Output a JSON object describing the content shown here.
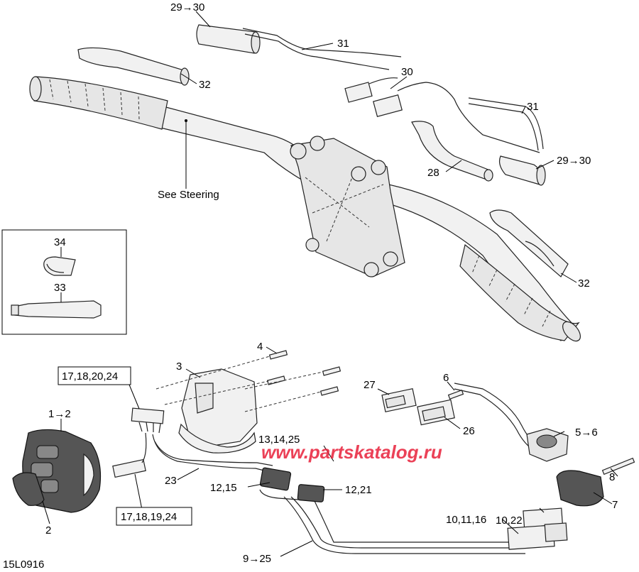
{
  "diagram": {
    "drawing_code": "15L0916",
    "watermark": "www.partskatalog.ru",
    "note": "See Steering",
    "callouts": {
      "c29_30_top": "29→30",
      "c31_top": "31",
      "c32_left": "32",
      "c30": "30",
      "c31_right": "31",
      "c29_30_right": "29→30",
      "c28": "28",
      "c32_right": "32",
      "c34": "34",
      "c33": "33",
      "c4": "4",
      "c3": "3",
      "c17_18_20_24": "17,18,20,24",
      "c1_2": "1→2",
      "c2": "2",
      "c17_18_19_24": "17,18,19,24",
      "c23": "23",
      "c27": "27",
      "c6": "6",
      "c26": "26",
      "c13_14_25": "13,14,25",
      "c5_6": "5→6",
      "c12_15": "12,15",
      "c12_21": "12,21",
      "c8": "8",
      "c7": "7",
      "c10_22": "10,22",
      "c10_11_16": "10,11,16",
      "c9_25": "9→25"
    }
  }
}
